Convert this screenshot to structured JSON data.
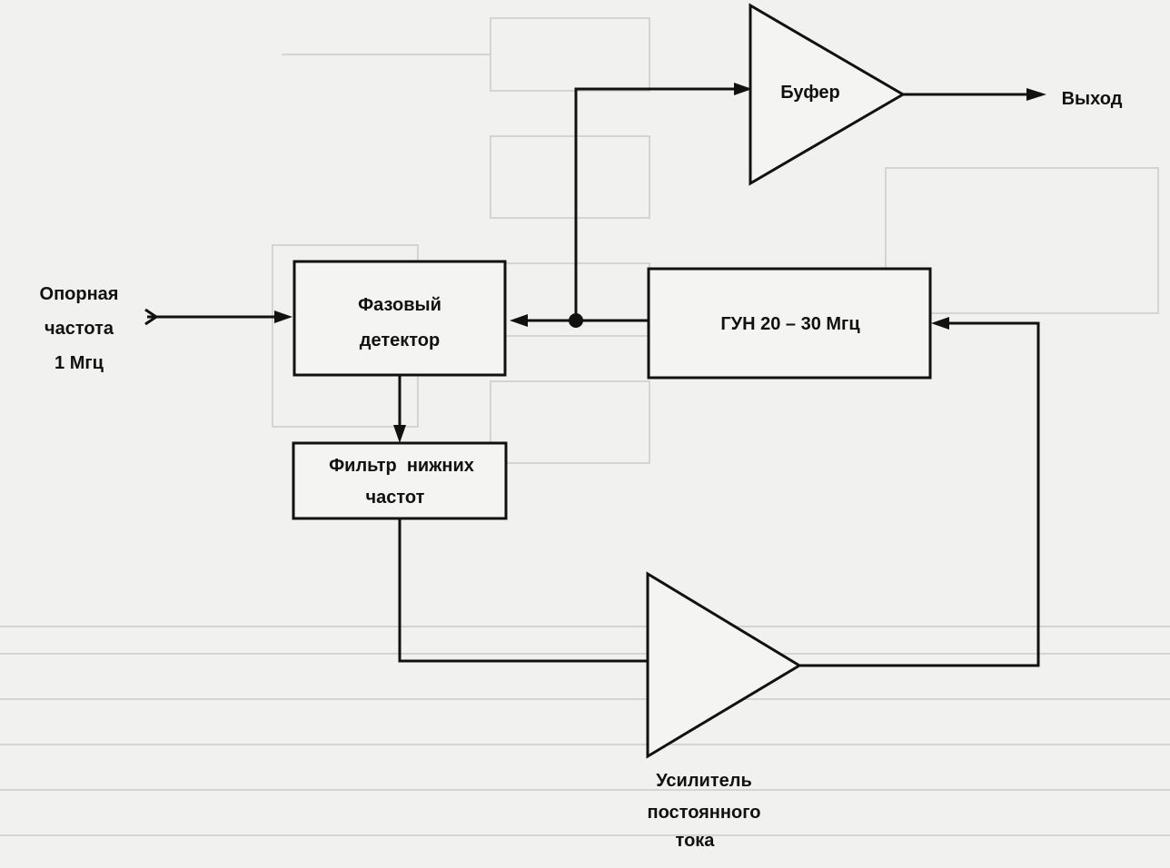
{
  "diagram": {
    "blocks": {
      "buffer": "Буфер",
      "phase_detector": [
        "Фазовый",
        "детектор"
      ],
      "vco": "ГУН 20 – 30 Мгц",
      "low_pass_filter": [
        "Фильтр  нижних",
        "частот"
      ],
      "dc_amplifier": [
        "Усилитель",
        "постоянного",
        "тока"
      ]
    },
    "io": {
      "input": [
        "Опорная",
        "частота",
        "1 Мгц"
      ],
      "output": "Выход"
    }
  },
  "colors": {
    "paper": "#f1f1ef",
    "ink": "#111111",
    "bleed_through": "#d4d4d0"
  }
}
